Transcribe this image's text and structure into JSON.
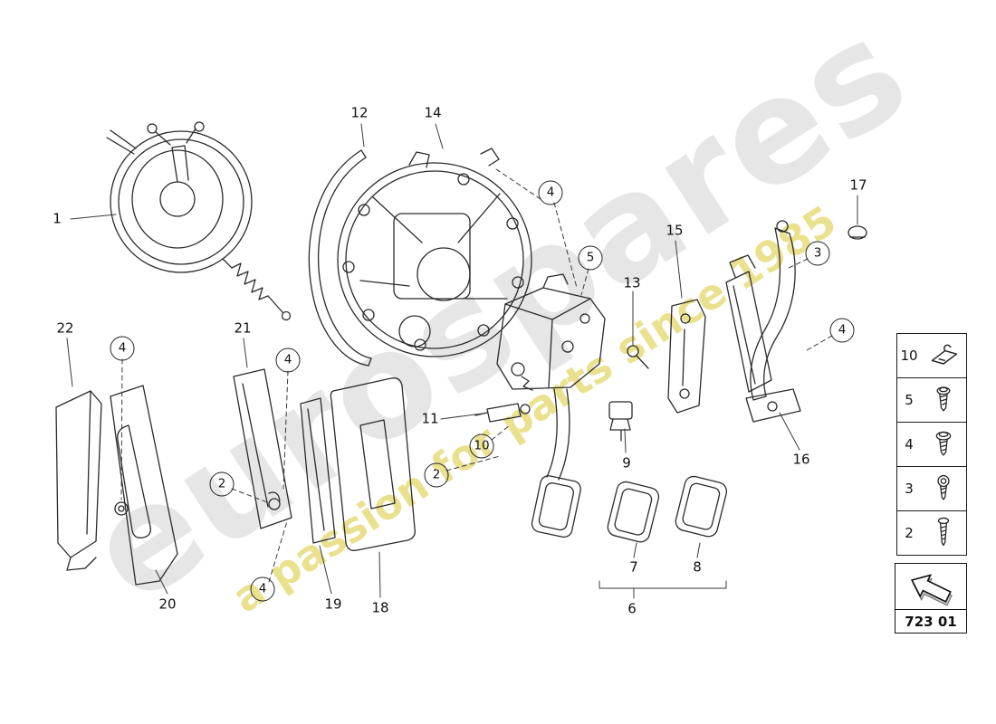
{
  "watermark": {
    "brand": "eurospares",
    "tagline": "a passion for parts since 1985"
  },
  "diagram": {
    "code": "723 01",
    "callouts": [
      {
        "label": "12"
      },
      {
        "label": "14"
      },
      {
        "label": "1"
      },
      {
        "label": "17"
      },
      {
        "label": "15"
      },
      {
        "label": "13"
      },
      {
        "label": "22"
      },
      {
        "label": "21"
      },
      {
        "label": "11"
      },
      {
        "label": "9"
      },
      {
        "label": "16"
      },
      {
        "label": "20"
      },
      {
        "label": "19"
      },
      {
        "label": "18"
      },
      {
        "label": "7"
      },
      {
        "label": "8"
      },
      {
        "label": "6"
      }
    ],
    "circled_callouts": [
      {
        "label": "4"
      },
      {
        "label": "5"
      },
      {
        "label": "3"
      },
      {
        "label": "4"
      },
      {
        "label": "4"
      },
      {
        "label": "4"
      },
      {
        "label": "10"
      },
      {
        "label": "2"
      },
      {
        "label": "2"
      },
      {
        "label": "4"
      }
    ],
    "legend": {
      "rows": [
        {
          "label": "10",
          "icon": "clip-icon"
        },
        {
          "label": "5",
          "icon": "screw-icon"
        },
        {
          "label": "4",
          "icon": "screw-icon"
        },
        {
          "label": "3",
          "icon": "socket-screw-icon"
        },
        {
          "label": "2",
          "icon": "bolt-icon"
        }
      ]
    }
  }
}
